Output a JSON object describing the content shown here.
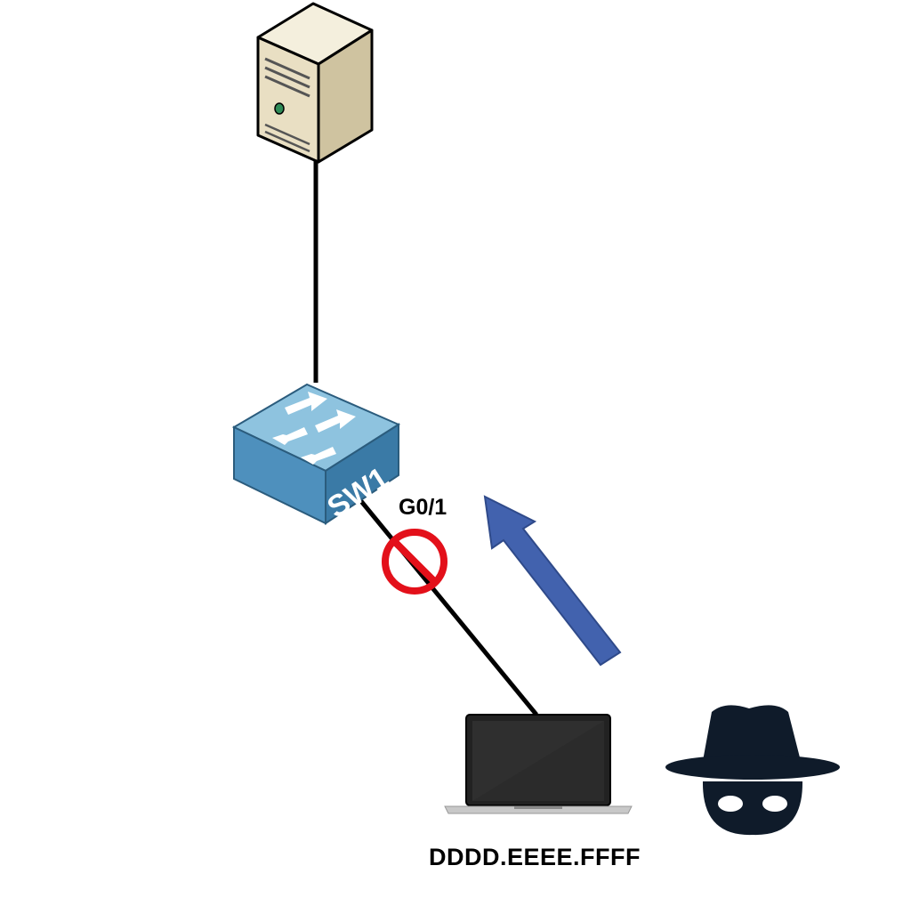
{
  "diagram": {
    "switch": {
      "name": "SW1"
    },
    "port": {
      "label": "G0/1",
      "status": "blocked"
    },
    "laptop": {
      "mac_address": "DDDD.EEEE.FFFF"
    },
    "attacker": {
      "icon": "spy-icon"
    },
    "server": {
      "icon": "server-icon"
    },
    "colors": {
      "switch_top": "#8ec3df",
      "switch_front": "#4e90bd",
      "switch_side": "#3a7aa6",
      "server_body": "#e9dfc3",
      "arrow": "#4262ae",
      "block_sign": "#e3101a",
      "link": "#000000",
      "laptop": "#222222"
    }
  }
}
